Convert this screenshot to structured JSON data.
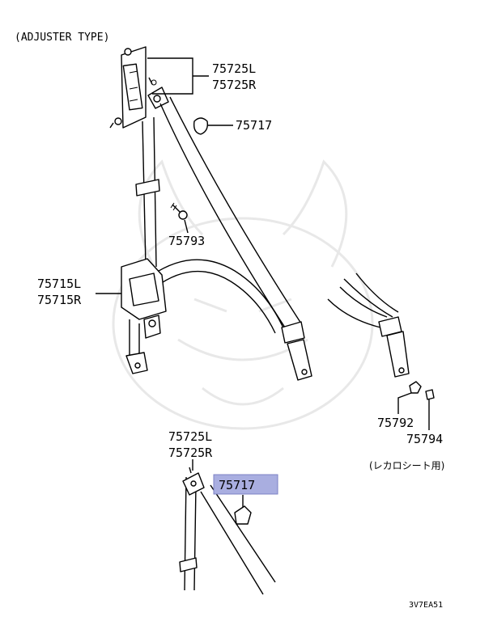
{
  "header": {
    "caption": "(ADJUSTER TYPE)"
  },
  "labels": {
    "adjuster_l": "75725L",
    "adjuster_r": "75725R",
    "cover_top": "75717",
    "screw": "75793",
    "retractor_l": "75715L",
    "retractor_r": "75715R",
    "adjuster2_l": "75725L",
    "adjuster2_r": "75725R",
    "cover_highlight": "75717",
    "nut_1": "75792",
    "nut_2": "75794"
  },
  "notes": {
    "recaro": "(レカロシート用)"
  },
  "footer": {
    "code": "3V7EA51"
  },
  "colors": {
    "highlight_fill": "#a9aee0",
    "highlight_border": "#7c82c4",
    "ink": "#000000"
  }
}
